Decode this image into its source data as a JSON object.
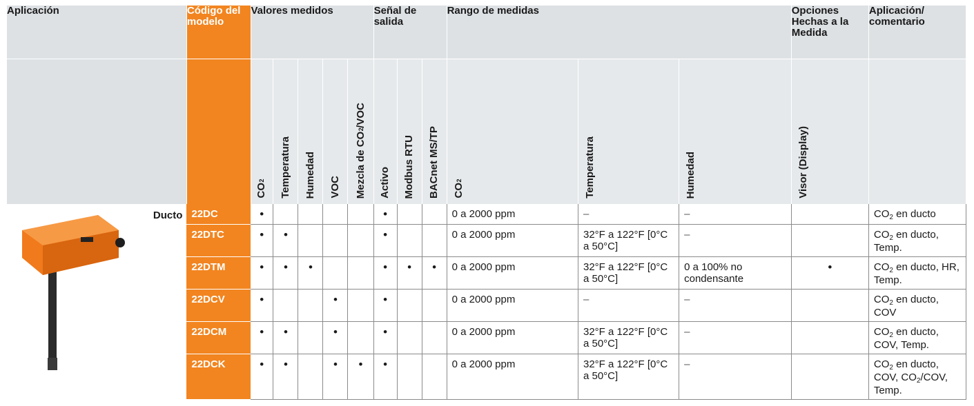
{
  "headers": {
    "application": "Aplicación",
    "model_code": "Código del modelo",
    "measured_values": "Valores medidos",
    "output_signal": "Señal de salida",
    "measurement_range": "Rango de medidas",
    "custom_options": "Opciones Hechas a la Medida",
    "application_comment": "Aplicación/ comentario"
  },
  "subheaders": {
    "co2_base": "CO",
    "co2_sub": "2",
    "temperature": "Temperatura",
    "humidity": "Humedad",
    "voc": "VOC",
    "mix_prefix": "Mezcla de CO",
    "mix_sub": "2",
    "mix_suffix": "/VOC",
    "active": "Activo",
    "modbus": "Modbus RTU",
    "bacnet": "BACnet MS/TP",
    "range_co2_base": "CO",
    "range_co2_sub": "2",
    "range_temperature": "Temperatura",
    "range_humidity": "Humedad",
    "display": "Visor (Display)"
  },
  "application_label": "Ducto",
  "bullet": "•",
  "rows": [
    {
      "code": "22DC",
      "co2": "•",
      "temp": "",
      "hum": "",
      "voc": "",
      "mix": "",
      "active": "•",
      "modbus": "",
      "bacnet": "",
      "range_co2": "0 a 2000 ppm",
      "range_temp": "–",
      "range_hum": "–",
      "display": "",
      "c_pre": "CO",
      "c_sub": "2",
      "c_post": " en ducto"
    },
    {
      "code": "22DTC",
      "co2": "•",
      "temp": "•",
      "hum": "",
      "voc": "",
      "mix": "",
      "active": "•",
      "modbus": "",
      "bacnet": "",
      "range_co2": "0 a 2000 ppm",
      "range_temp": "32°F a 122°F [0°C a 50°C]",
      "range_hum": "–",
      "display": "",
      "c_pre": "CO",
      "c_sub": "2",
      "c_post": " en ducto, Temp."
    },
    {
      "code": "22DTM",
      "co2": "•",
      "temp": "•",
      "hum": "•",
      "voc": "",
      "mix": "",
      "active": "•",
      "modbus": "•",
      "bacnet": "•",
      "range_co2": "0 a 2000 ppm",
      "range_temp": "32°F a 122°F [0°C a 50°C]",
      "range_hum": "0 a 100% no condensante",
      "display": "•",
      "c_pre": "CO",
      "c_sub": "2",
      "c_post": " en ducto, HR, Temp."
    },
    {
      "code": "22DCV",
      "co2": "•",
      "temp": "",
      "hum": "",
      "voc": "•",
      "mix": "",
      "active": "•",
      "modbus": "",
      "bacnet": "",
      "range_co2": "0 a 2000 ppm",
      "range_temp": "–",
      "range_hum": "–",
      "display": "",
      "c_pre": "CO",
      "c_sub": "2",
      "c_post": " en ducto, COV"
    },
    {
      "code": "22DCM",
      "co2": "•",
      "temp": "•",
      "hum": "",
      "voc": "•",
      "mix": "",
      "active": "•",
      "modbus": "",
      "bacnet": "",
      "range_co2": "0 a 2000 ppm",
      "range_temp": "32°F a 122°F [0°C a 50°C]",
      "range_hum": "–",
      "display": "",
      "c_pre": "CO",
      "c_sub": "2",
      "c_post": " en ducto, COV, Temp."
    },
    {
      "code": "22DCK",
      "co2": "•",
      "temp": "•",
      "hum": "",
      "voc": "•",
      "mix": "•",
      "active": "•",
      "modbus": "",
      "bacnet": "",
      "range_co2": "0 a 2000 ppm",
      "range_temp": "32°F a 122°F [0°C a 50°C]",
      "range_hum": "–",
      "display": "",
      "c_pre": "CO",
      "c_sub": "2",
      "c_post": " en ducto, COV, ",
      "c_pre2": "CO",
      "c_sub2": "2",
      "c_post2": "/COV, Temp."
    }
  ]
}
